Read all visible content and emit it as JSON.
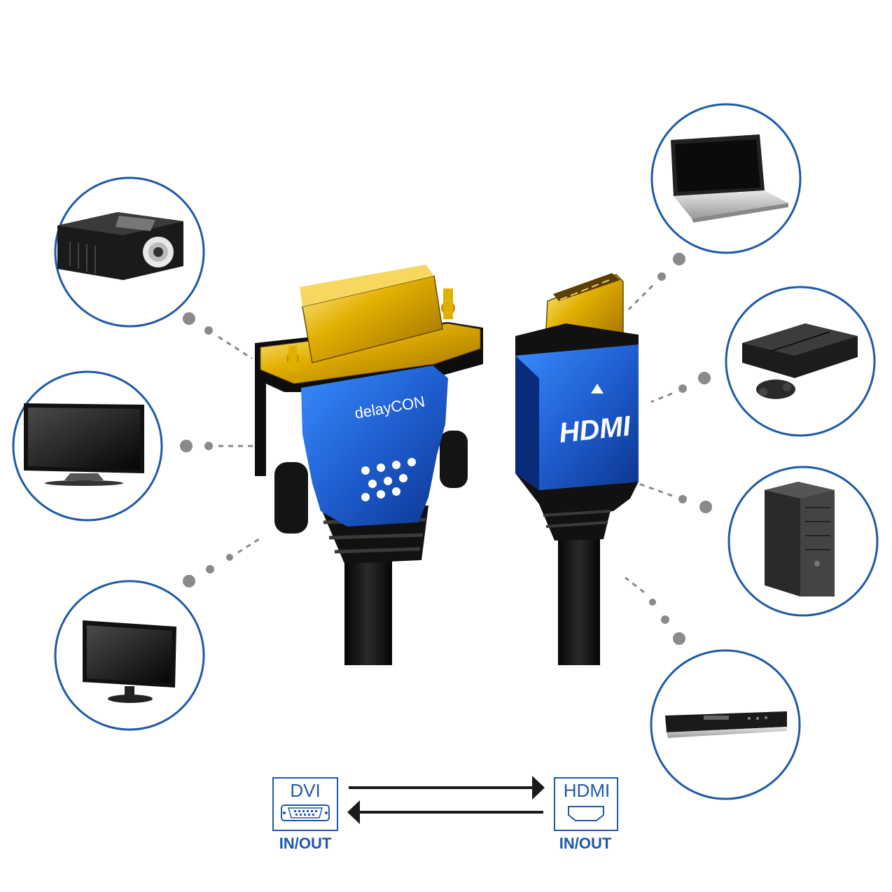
{
  "brand": {
    "logo_text": "delayCON",
    "hdmi_logo_text": "HDMI"
  },
  "devices_left": [
    {
      "name": "projector-icon"
    },
    {
      "name": "tv-icon"
    },
    {
      "name": "monitor-icon"
    }
  ],
  "devices_right": [
    {
      "name": "laptop-icon"
    },
    {
      "name": "game-console-icon"
    },
    {
      "name": "pc-tower-icon"
    },
    {
      "name": "media-player-icon"
    }
  ],
  "diagram": {
    "left_title": "DVI",
    "left_io": "IN/OUT",
    "right_title": "HDMI",
    "right_io": "IN/OUT"
  },
  "colors": {
    "accent_blue": "#1e5aa8",
    "connector_blue": "#1f66d6",
    "gold": "#d9a400",
    "dot_gray": "#8a8a8a"
  }
}
